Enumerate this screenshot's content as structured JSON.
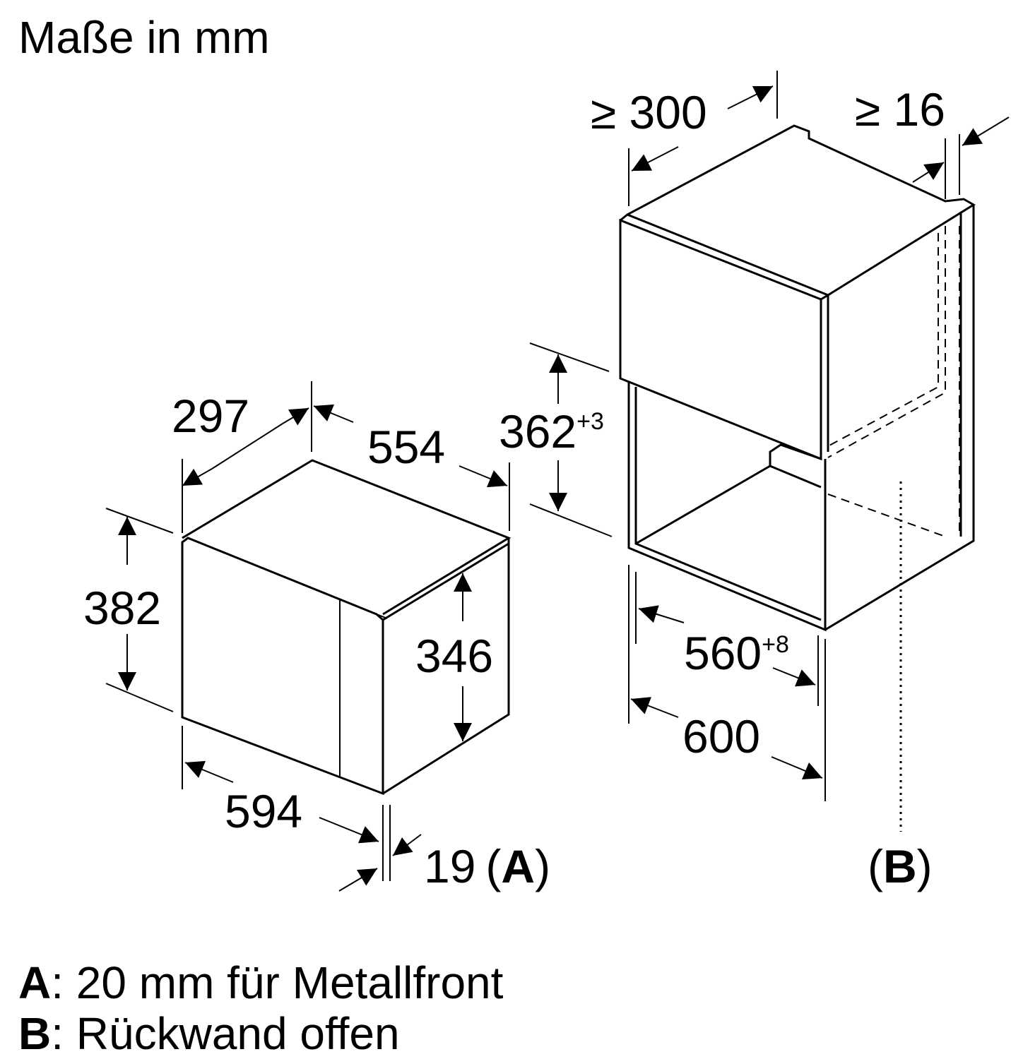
{
  "title": "Maße in mm",
  "appliance": {
    "depth": "297",
    "depth_case": "554",
    "height": "382",
    "height_inner": "346",
    "width": "594",
    "front": "19",
    "front_ref": "A"
  },
  "niche": {
    "depth_min": "≥ 300",
    "gap_min": "≥ 16",
    "height": "362",
    "height_tol": "+3",
    "width": "560",
    "width_tol": "+8",
    "width_cabinet": "600",
    "rear_ref": "B"
  },
  "legend": [
    {
      "key": "A",
      "text": ": 20 mm für Metallfront"
    },
    {
      "key": "B",
      "text": ": Rückwand offen"
    }
  ]
}
